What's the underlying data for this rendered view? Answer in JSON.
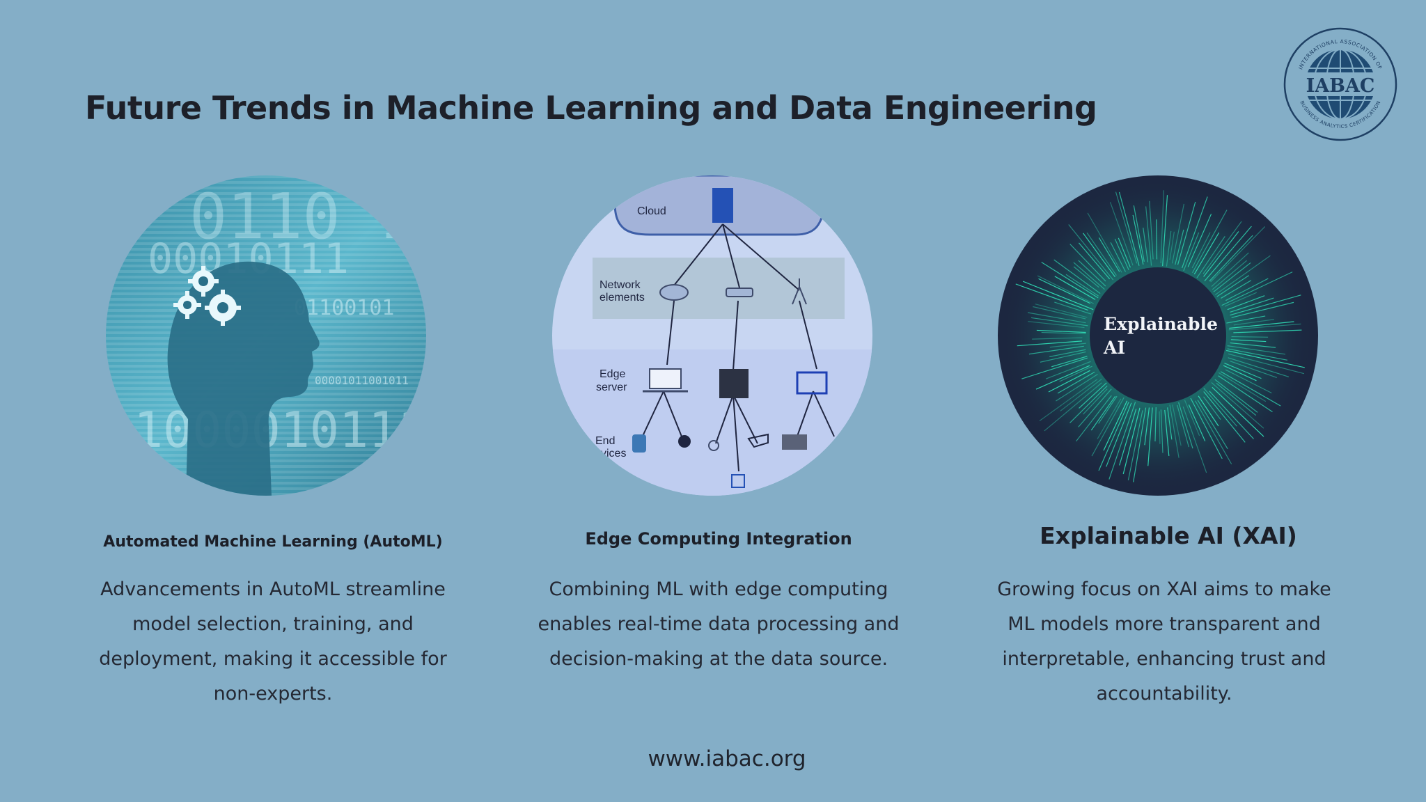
{
  "page": {
    "title": "Future Trends in Machine Learning and Data Engineering",
    "footer": "www.iabac.org",
    "background_color": "#84aec7"
  },
  "logo": {
    "name": "IABAC",
    "ring_text_top": "INTERNATIONAL ASSOCIATION OF",
    "ring_text_bottom": "BUSINESS ANALYTICS CERTIFICATION"
  },
  "cards": [
    {
      "title": "Automated Machine Learning (AutoML)",
      "description": "Advancements in AutoML streamline model selection, training, and deployment, making it accessible for non-experts.",
      "image_icon": "ai-head-gears-icon",
      "image_text": [
        "0110 1",
        "00010111",
        "01100101",
        "00001011001011",
        "1000010111"
      ]
    },
    {
      "title": "Edge Computing Integration",
      "description": "Combining ML with edge computing enables real-time data processing and decision-making at the data source.",
      "image_icon": "edge-network-diagram",
      "diagram_labels": {
        "cloud": "Cloud",
        "network": [
          "Network",
          "elements"
        ],
        "edge": [
          "Edge",
          "server"
        ],
        "end": [
          "End",
          "vices"
        ],
        "side": "ices"
      }
    },
    {
      "title": "Explainable AI (XAI)",
      "description": "Growing focus on XAI aims to make ML models more transparent and interpretable, enhancing trust and accountability.",
      "image_icon": "explainable-ai-burst-icon",
      "image_text": [
        "Explainable",
        "AI"
      ]
    }
  ]
}
